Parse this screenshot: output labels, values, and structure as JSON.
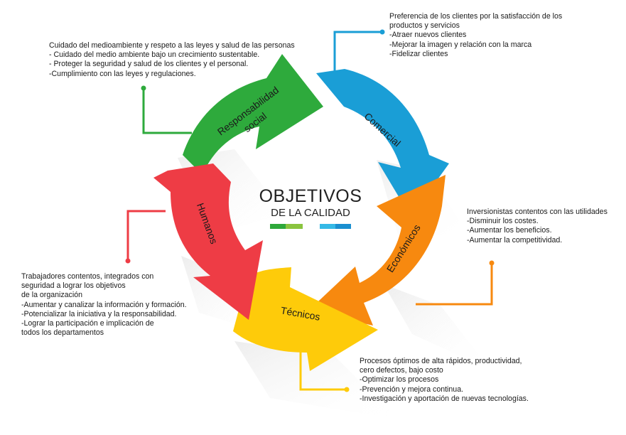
{
  "title": {
    "line1": "OBJETIVOS",
    "line2": "DE LA CALIDAD"
  },
  "colors": {
    "green": "#2eaa3c",
    "blue": "#1a9ed6",
    "orange": "#f7890f",
    "yellow": "#fecb0a",
    "red": "#ee3c45",
    "title_bar_green_dark": "#2ea83a",
    "title_bar_green_light": "#8ac43f",
    "title_bar_blue_light": "#35b9e6",
    "title_bar_blue_dark": "#1a8fd0"
  },
  "segments": [
    {
      "id": "responsabilidad",
      "label_line1": "Responsabilidad",
      "label_line2": "social",
      "color": "#2eaa3c"
    },
    {
      "id": "comercial",
      "label_line1": "Comercial",
      "color": "#1a9ed6"
    },
    {
      "id": "economicos",
      "label_line1": "Económicos",
      "color": "#f7890f"
    },
    {
      "id": "tecnicos",
      "label_line1": "Técnicos",
      "color": "#fecb0a"
    },
    {
      "id": "humanos",
      "label_line1": "Humanos",
      "color": "#ee3c45"
    }
  ],
  "notes": {
    "responsabilidad": [
      "Cuidado del medioambiente y respeto a las leyes y salud de las personas",
      " - Cuidado del medio ambiente bajo un crecimiento sustentable.",
      " - Proteger la seguridad y salud de los clientes y el personal.",
      " -Cumplimiento con las leyes y regulaciones."
    ],
    "comercial": [
      "Preferencia de los clientes por la satisfacción de los",
      "productos y servicios",
      "  -Atraer nuevos clientes",
      "  -Mejorar la imagen y relación con la marca",
      "  -Fidelizar clientes"
    ],
    "economicos": [
      "Inversionistas contentos con las utilidades",
      "  -Disminuir los costes.",
      " -Aumentar los beneficios.",
      " -Aumentar la competitividad."
    ],
    "tecnicos": [
      "Procesos óptimos de alta  rápidos, productividad,",
      "cero defectos, bajo costo",
      " -Optimizar los procesos",
      " -Prevención y mejora continua.",
      " -Investigación y aportación de nuevas tecnologías."
    ],
    "humanos": [
      "Trabajadores contentos, integrados con",
      "seguridad a lograr los objetivos",
      "de la organización",
      " -Aumentar y canalizar la información y formación.",
      " -Potencializar la iniciativa y la responsabilidad.",
      " -Lograr la participación e implicación de",
      "todos los departamentos"
    ]
  }
}
